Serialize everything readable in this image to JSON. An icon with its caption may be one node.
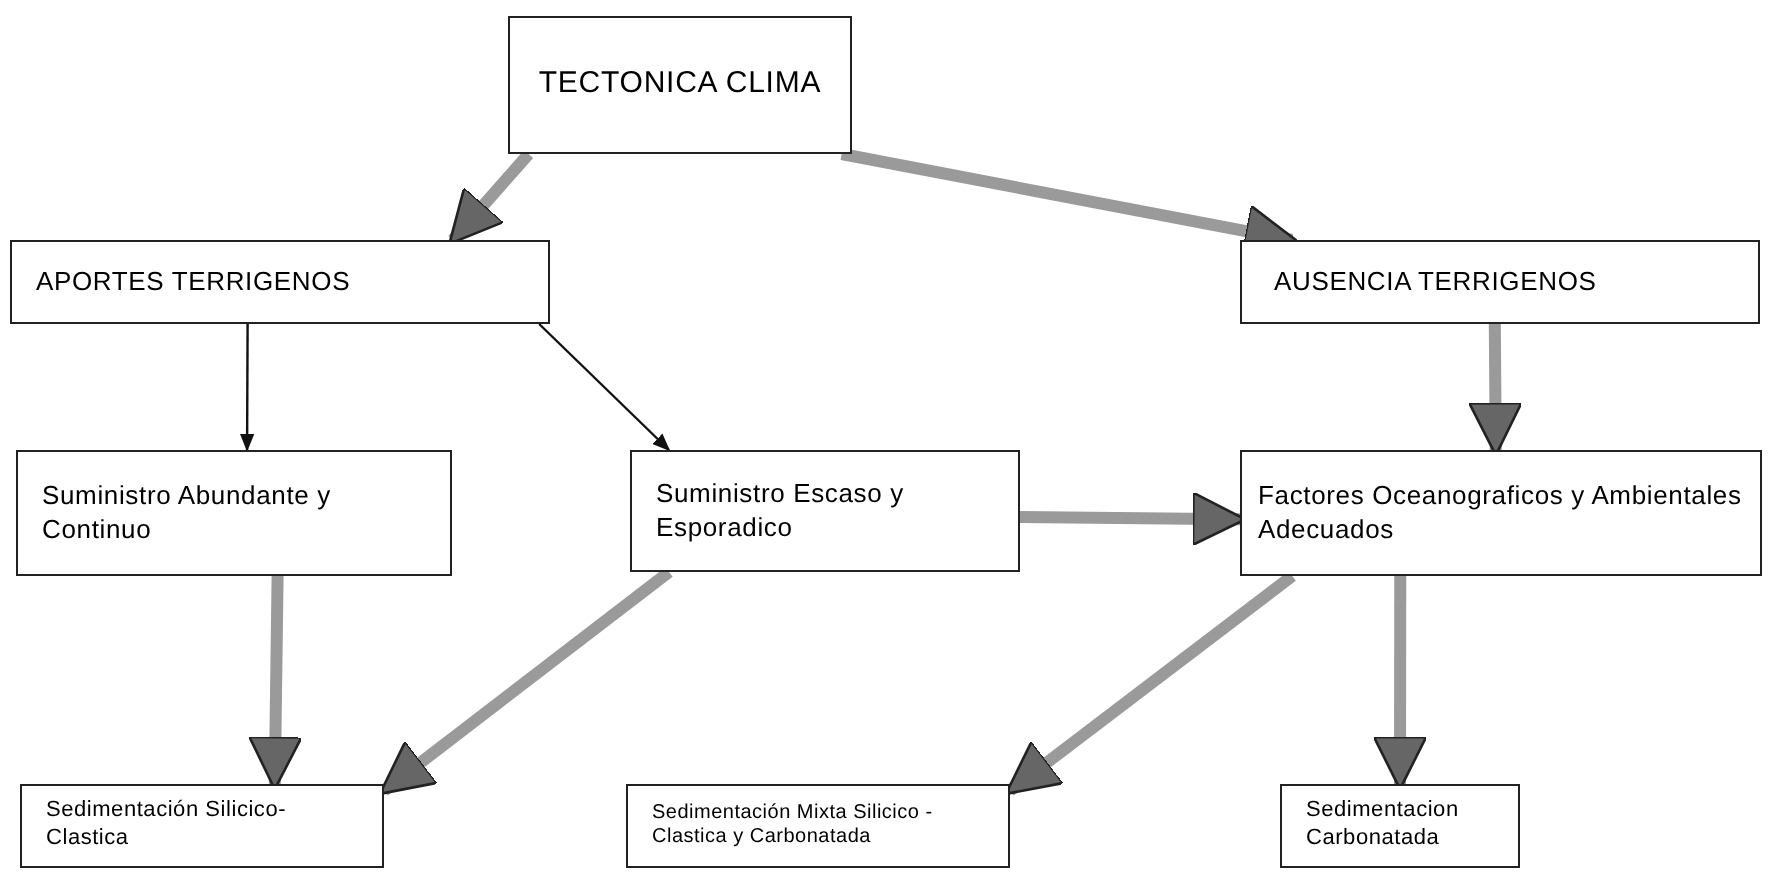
{
  "diagram": {
    "nodes": [
      {
        "text": [
          "TECTONICA CLIMA"
        ]
      },
      {
        "text": [
          "APORTES TERRIGENOS"
        ]
      },
      {
        "text": [
          "AUSENCIA TERRIGENOS"
        ]
      },
      {
        "text": [
          "Suministro Abundante y Continuo"
        ]
      },
      {
        "text": [
          "Suministro Escaso y Esporadico"
        ]
      },
      {
        "text": [
          "Factores Oceanograficos y Ambientales Adecuados"
        ]
      },
      {
        "text": [
          "Sedimentación Silicico- Clastica"
        ]
      },
      {
        "text": [
          "Sedimentación Mixta Silicico -Clastica y Carbonatada"
        ]
      },
      {
        "text": [
          "Sedimentacion Carbonatada"
        ]
      }
    ],
    "edges": [
      {
        "from": 0,
        "to": 1,
        "arrow": "to"
      },
      {
        "from": 0,
        "to": 2,
        "arrow": "to"
      },
      {
        "from": 1,
        "to": 3,
        "arrow": "to",
        "color": "#111111"
      },
      {
        "from": 1,
        "to": 4,
        "arrow": "to",
        "color": "#111111"
      },
      {
        "from": 2,
        "to": 5,
        "arrow": "to"
      },
      {
        "from": 4,
        "to": 5,
        "arrow": "to"
      },
      {
        "from": 3,
        "to": 6,
        "arrow": "to"
      },
      {
        "from": 4,
        "to": 6,
        "arrow": "to"
      },
      {
        "from": 5,
        "to": 7,
        "arrow": "to"
      },
      {
        "from": 5,
        "to": 8,
        "arrow": "to"
      }
    ]
  }
}
